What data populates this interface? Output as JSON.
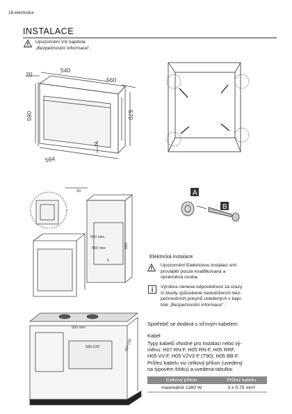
{
  "header": {
    "page_number": "16",
    "brand": "electrolux"
  },
  "section_title": "INSTALACE",
  "top_warning": {
    "line1": "Upozornění Viz kapitola",
    "line2": "„Bezpečnostní informace\"."
  },
  "oven_dims": {
    "d540": "540",
    "d560": "560",
    "d20": "20",
    "d590": "590",
    "d570": "570",
    "d594": "594",
    "d2": "2"
  },
  "cabinet_dims": {
    "d50": "50",
    "d560": "560 min.",
    "d550": "550 min",
    "d590": "590",
    "d5": "5",
    "d560b": "560 min.",
    "d580": "580-620",
    "d60": "60+100"
  },
  "labels": {
    "a": "A",
    "b": "B"
  },
  "electrical": {
    "heading": "Elektrická instalace",
    "warning": [
      "Upozornění Elektrickou instalaci smí",
      "provádět pouze kvalifikovaná a",
      "oprávněná osoba."
    ],
    "info": [
      "Výrobce nenese odpovědnost za úrazy",
      "či škody způsobené nedodržením bez-",
      "pečnostních pokynů uvedených v kapi-",
      "tole „Bezpečnostní informace\"."
    ],
    "cable_supply": "Spotřebič se dodává s síťovým kabelem.",
    "cable_heading": "Kabel",
    "cable_text": [
      "Typy kabelů vhodné pro instalaci nebo vý-",
      "měnu: H07 RN-F, H05 RN-F, H05 RRF,",
      "H05 VV-F, H05 V2V2-F (T90), H05 BB-F.",
      "Průřez kabelu viz celkový příkon (uvedený",
      "na typovém štítku) a uvedená tabulka:"
    ]
  },
  "cable_table": {
    "headers": [
      "Celkový příkon",
      "Průřez kabelu"
    ],
    "row": [
      "maximálně 1380 W",
      "3 x 0,75 mm²"
    ]
  }
}
